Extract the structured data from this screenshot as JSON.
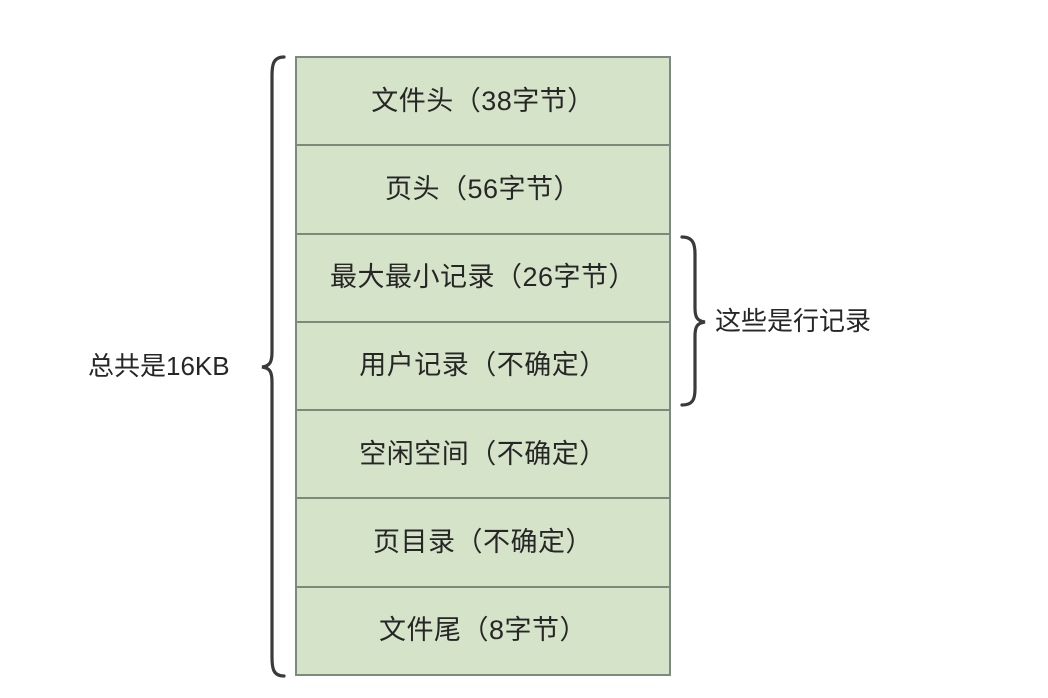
{
  "diagram": {
    "type": "block-structure",
    "title_text_present": false,
    "colors": {
      "section_fill": "#d5e3c9",
      "section_border": "#7b8b7b",
      "text": "#262626",
      "brace": "#3a3a3a",
      "background": "#ffffff"
    },
    "page_structure": {
      "name": "innodb-page-structure",
      "sections": [
        {
          "label": "文件头（38字节）",
          "name": "file-header"
        },
        {
          "label": "页头（56字节）",
          "name": "page-header"
        },
        {
          "label": "最大最小记录（26字节）",
          "name": "infimum-supremum-records"
        },
        {
          "label": "用户记录（不确定）",
          "name": "user-records"
        },
        {
          "label": "空闲空间（不确定）",
          "name": "free-space"
        },
        {
          "label": "页目录（不确定）",
          "name": "page-directory"
        },
        {
          "label": "文件尾（8字节）",
          "name": "file-trailer"
        }
      ]
    },
    "annotations": [
      {
        "name": "total-size",
        "label": "总共是16KB",
        "side": "left",
        "spans_sections": [
          0,
          1,
          2,
          3,
          4,
          5,
          6
        ]
      },
      {
        "name": "row-records",
        "label": "这些是行记录",
        "side": "right",
        "spans_sections": [
          2,
          3
        ]
      }
    ]
  }
}
